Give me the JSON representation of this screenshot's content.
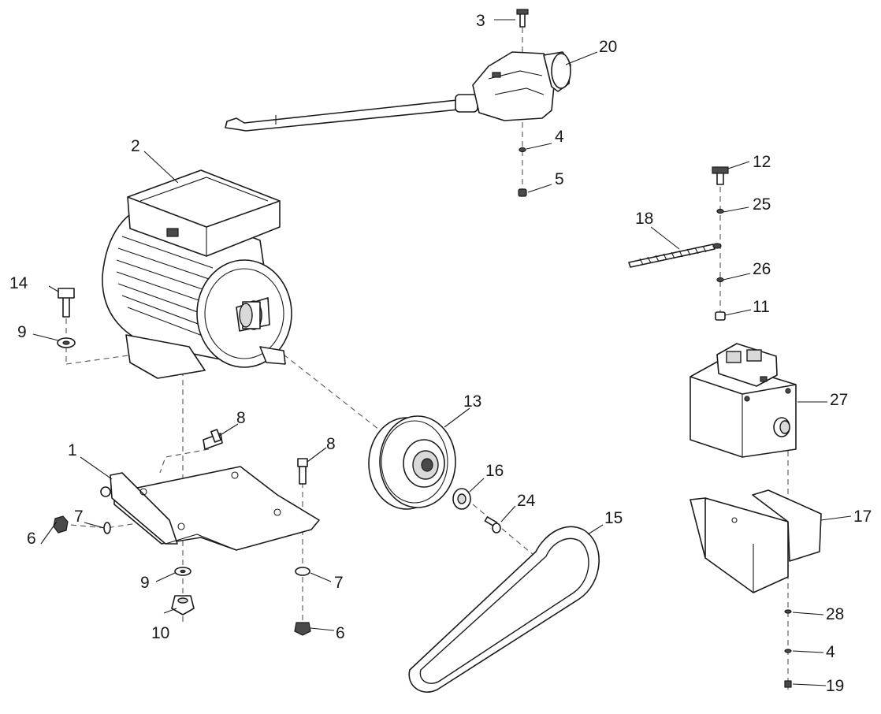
{
  "labels": {
    "p1": "1",
    "p2": "2",
    "p3": "3",
    "p4a": "4",
    "p4b": "4",
    "p5": "5",
    "p6a": "6",
    "p6b": "6",
    "p7a": "7",
    "p7b": "7",
    "p8a": "8",
    "p8b": "8",
    "p9a": "9",
    "p9b": "9",
    "p10": "10",
    "p11": "11",
    "p12": "12",
    "p13": "13",
    "p14": "14",
    "p15": "15",
    "p16": "16",
    "p17": "17",
    "p18": "18",
    "p19": "19",
    "p20": "20",
    "p24": "24",
    "p25": "25",
    "p26": "26",
    "p27": "27",
    "p28": "28"
  }
}
